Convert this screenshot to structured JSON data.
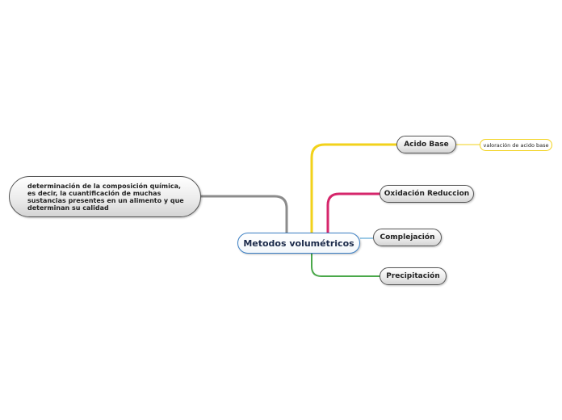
{
  "map": {
    "central": "Metodos volumétricos",
    "branches": {
      "acido_base": "Acido Base",
      "oxidacion_reduccion": "Oxidación Reduccion",
      "complejacion": "Complejación",
      "precipitacion": "Precipitación"
    },
    "leaf": "valoración de acido base",
    "description": "determinación de la composición química, es decir, la cuantificación de muchas sustancias presentes en un alimento y que determinan su calidad"
  },
  "colors": {
    "acido_base": "#f2d21b",
    "oxidacion_reduccion": "#d6266b",
    "complejacion": "#5aa6d6",
    "precipitacion": "#4aa84a",
    "description": "#8c8c8c",
    "central_border": "#3b7fc4"
  }
}
